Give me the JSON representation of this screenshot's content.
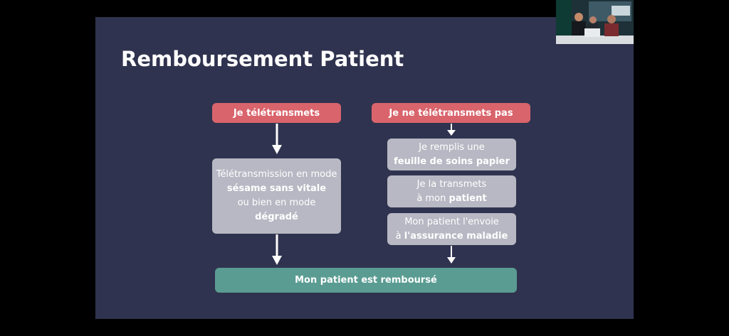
{
  "slide": {
    "title": "Remboursement Patient",
    "left_header": "Je télétransmets",
    "right_header": "Je ne télétransmets pas",
    "left_box": {
      "line1": "Télétransmission en mode",
      "line2": "sésame sans vitale",
      "line3": "ou bien en mode",
      "line4": "dégradé"
    },
    "right_boxes": [
      {
        "line1": "Je remplis une",
        "line2": "feuille de soins papier"
      },
      {
        "line1a": "Je la transmets",
        "line2a": "à mon ",
        "line2b": "patient"
      },
      {
        "line1": "Mon patient l'envoie",
        "line2a": "à ",
        "line2b": "l'assurance maladie"
      }
    ],
    "result": "Mon patient est remboursé"
  },
  "colors": {
    "background": "#2f334f",
    "header": "#d9646c",
    "box": "#b7b8c3",
    "result": "#5a9c92"
  },
  "webcam": {
    "people_count": 3
  }
}
